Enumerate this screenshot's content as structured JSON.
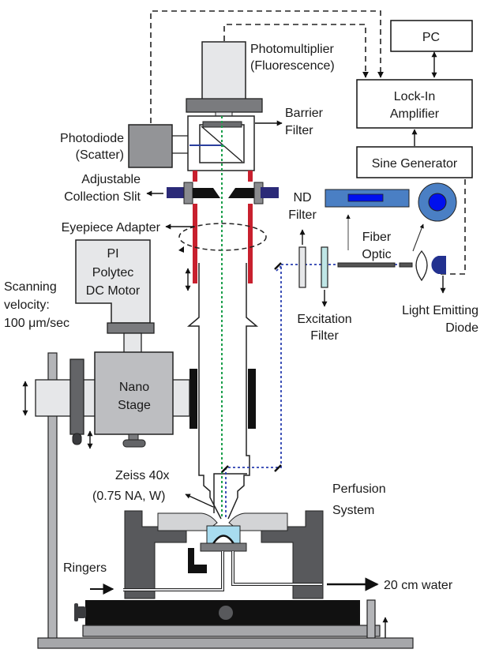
{
  "labels": {
    "photomultiplier_1": "Photomultiplier",
    "photomultiplier_2": "(Fluorescence)",
    "photodiode_1": "Photodiode",
    "photodiode_2": "(Scatter)",
    "barrier_1": "Barrier",
    "barrier_2": "Filter",
    "slit_1": "Adjustable",
    "slit_2": "Collection Slit",
    "eyepiece": "Eyepiece Adapter",
    "motor_1": "PI",
    "motor_2": "Polytec",
    "motor_3": "DC Motor",
    "scan_1": "Scanning",
    "scan_2": "velocity:",
    "scan_3": "100 μm/sec",
    "nano_1": "Nano",
    "nano_2": "Stage",
    "objective_1": "Zeiss 40x",
    "objective_2": "(0.75 NA, W)",
    "perfusion_1": "Perfusion",
    "perfusion_2": "System",
    "ringers": "Ringers",
    "water": "20  cm water",
    "pc": "PC",
    "lockin_1": "Lock-In",
    "lockin_2": "Amplifier",
    "sine": "Sine Generator",
    "nd_1": "ND",
    "nd_2": "Filter",
    "fiber_1": "Fiber",
    "fiber_2": "Optic",
    "excitation_1": "Excitation",
    "excitation_2": "Filter",
    "led_1": "Light Emitting",
    "led_2": "Diode"
  },
  "colors": {
    "eyepiece_red": "#c8202e",
    "scatter_blue": "#2a3f9e",
    "fluorescence_green": "#1a9e4a",
    "excitation_blue": "#2a3fb0",
    "fiber_blue": "#4a7fc4",
    "led_core": "#0010ee",
    "led_dark": "#22318f",
    "slit_navy": "#2b2a78",
    "water_blue": "#a8dcef",
    "excitation_filter": "#bfe6e6"
  }
}
